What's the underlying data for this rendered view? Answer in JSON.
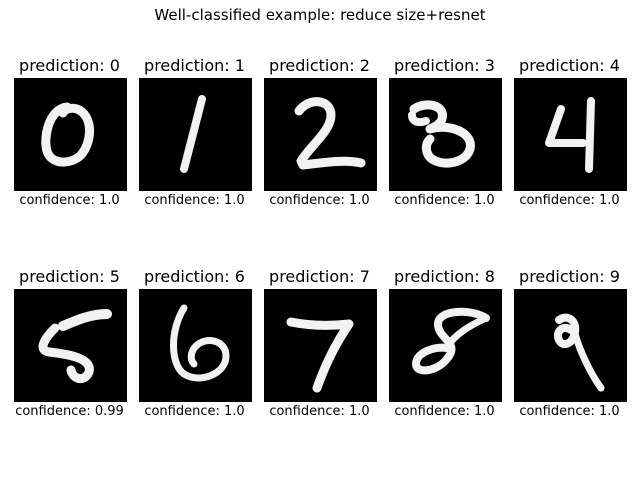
{
  "figure": {
    "title": "Well-classified example: reduce size+resnet",
    "colors": {
      "background": "#ffffff",
      "image_bg": "#000000",
      "digit": "#f2f2f2"
    }
  },
  "panels": [
    {
      "digit": "0",
      "prediction_label": "prediction: 0",
      "confidence_label": "confidence: 1.0"
    },
    {
      "digit": "1",
      "prediction_label": "prediction: 1",
      "confidence_label": "confidence: 1.0"
    },
    {
      "digit": "2",
      "prediction_label": "prediction: 2",
      "confidence_label": "confidence: 1.0"
    },
    {
      "digit": "3",
      "prediction_label": "prediction: 3",
      "confidence_label": "confidence: 1.0"
    },
    {
      "digit": "4",
      "prediction_label": "prediction: 4",
      "confidence_label": "confidence: 1.0"
    },
    {
      "digit": "5",
      "prediction_label": "prediction: 5",
      "confidence_label": "confidence: 0.99"
    },
    {
      "digit": "6",
      "prediction_label": "prediction: 6",
      "confidence_label": "confidence: 1.0"
    },
    {
      "digit": "7",
      "prediction_label": "prediction: 7",
      "confidence_label": "confidence: 1.0"
    },
    {
      "digit": "8",
      "prediction_label": "prediction: 8",
      "confidence_label": "confidence: 1.0"
    },
    {
      "digit": "9",
      "prediction_label": "prediction: 9",
      "confidence_label": "confidence: 1.0"
    }
  ]
}
